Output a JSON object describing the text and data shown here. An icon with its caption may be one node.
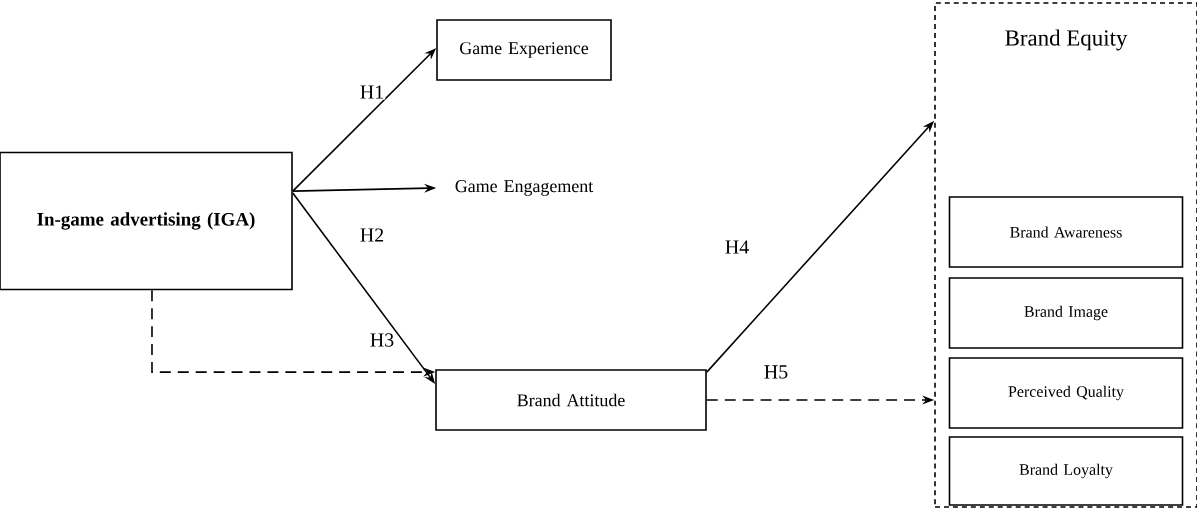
{
  "diagram": {
    "nodes": [
      {
        "text": [
          "In-game advertising (IGA)"
        ]
      },
      {
        "text": [
          "Game Experience"
        ]
      },
      {
        "text": [
          "Game Engagement"
        ]
      },
      {
        "text": [
          "Brand Attitude"
        ]
      },
      {
        "text": [
          "Brand Equity"
        ]
      },
      {
        "text": [
          "Brand Awareness"
        ],
        "in": 4
      },
      {
        "text": [
          "Brand Image"
        ],
        "in": 4
      },
      {
        "text": [
          "Perceived Quality"
        ],
        "in": 4
      },
      {
        "text": [
          "Brand Loyalty"
        ],
        "in": 4
      }
    ],
    "edges": [
      {
        "from": 0,
        "to": 1,
        "arrow": "to",
        "label": "H1"
      },
      {
        "from": 0,
        "to": 2,
        "arrow": "to"
      },
      {
        "from": 0,
        "to": 3,
        "arrow": "to",
        "label": "H2"
      },
      {
        "from": 0,
        "to": 3,
        "arrow": "to",
        "label": "H3",
        "style": "dashed"
      },
      {
        "from": 3,
        "to": 4,
        "arrow": "to",
        "label": "H4"
      },
      {
        "from": 3,
        "to": 4,
        "arrow": "to",
        "label": "H5",
        "style": "dashed"
      }
    ]
  }
}
